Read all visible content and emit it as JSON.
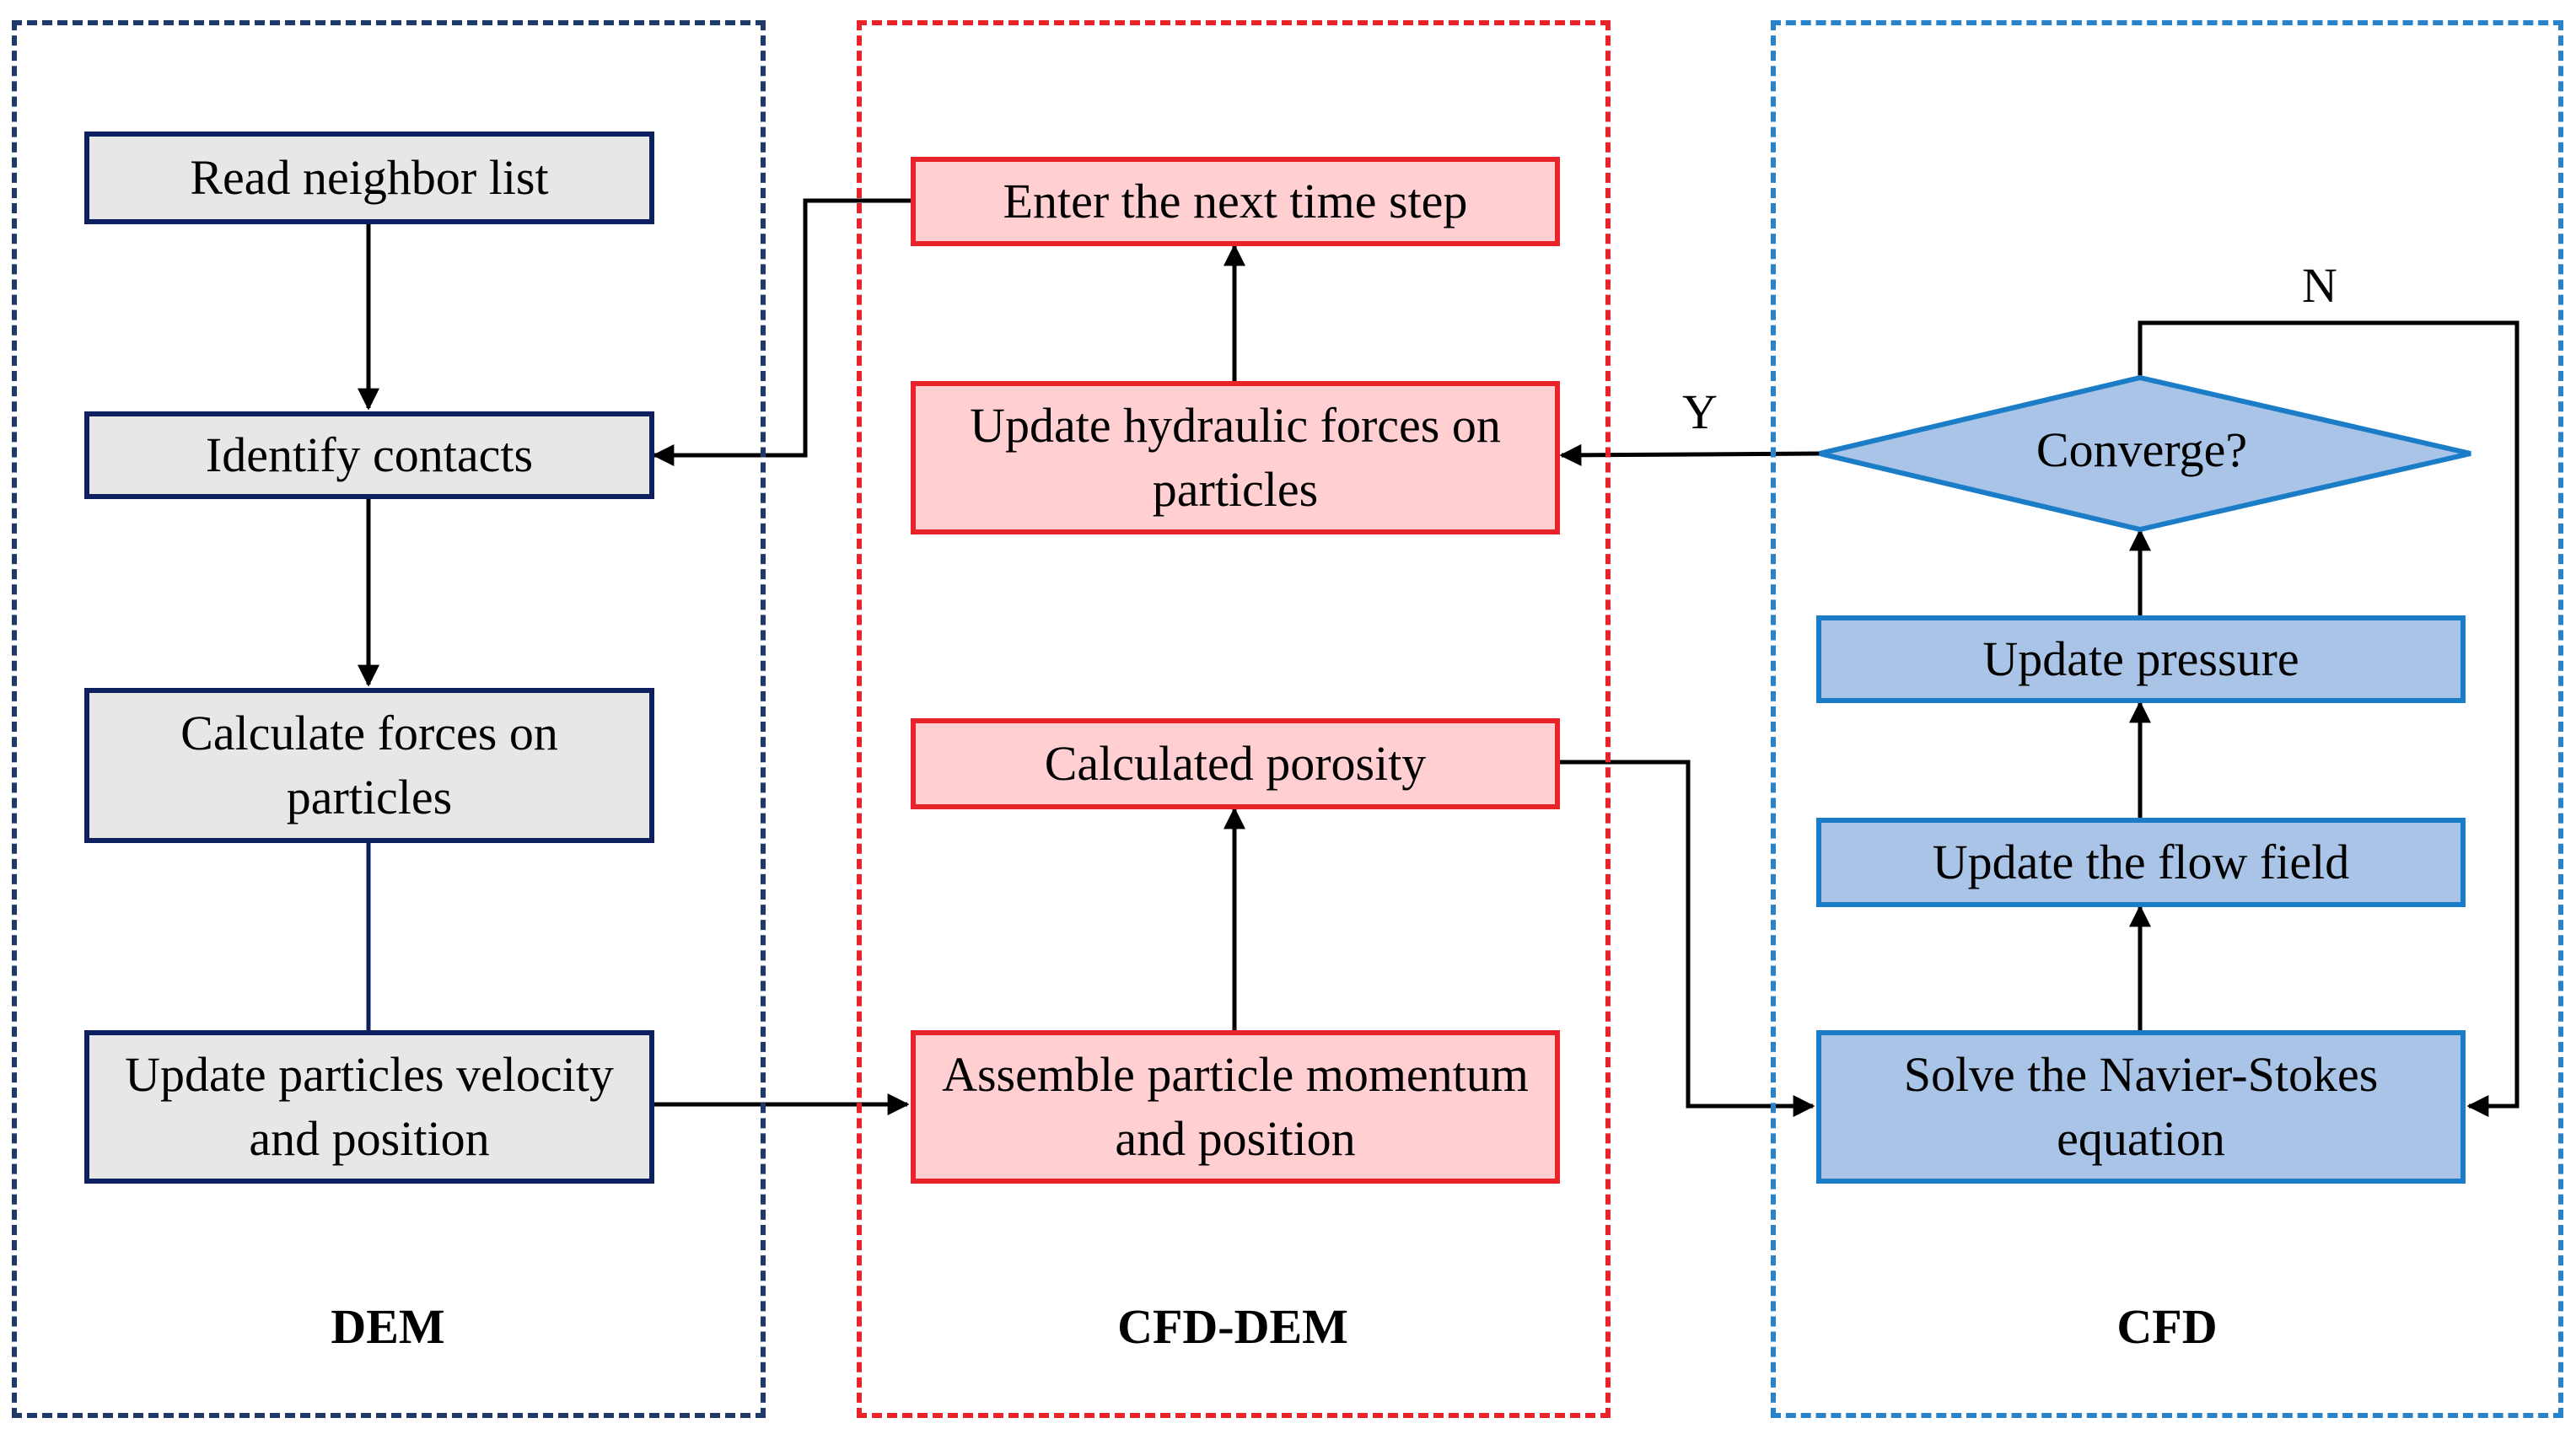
{
  "panels": {
    "dem": "DEM",
    "cfd_dem": "CFD-DEM",
    "cfd": "CFD"
  },
  "dem": {
    "read_neighbor": "Read neighbor list",
    "identify_contacts": "Identify contacts",
    "calculate_forces": "Calculate forces on particles",
    "update_particles": "Update particles velocity and position"
  },
  "cfd_dem": {
    "next_time_step": "Enter the next time step",
    "update_hydraulic": "Update hydraulic forces on particles",
    "calculated_porosity": "Calculated porosity",
    "assemble_particle": "Assemble particle momentum and position"
  },
  "cfd": {
    "converge": "Converge?",
    "update_pressure": "Update pressure",
    "update_flow": "Update the flow field",
    "solve_ns": "Solve the Navier-Stokes equation"
  },
  "branch_labels": {
    "yes": "Y",
    "no": "N"
  },
  "colors": {
    "dem_border": "#1f3a68",
    "cfd_dem_border": "#e8232a",
    "cfd_border": "#2a82c9",
    "dem_fill": "#e7e7e7",
    "cfd_dem_fill": "#ffcfd1",
    "cfd_fill": "#a9c4e6"
  }
}
